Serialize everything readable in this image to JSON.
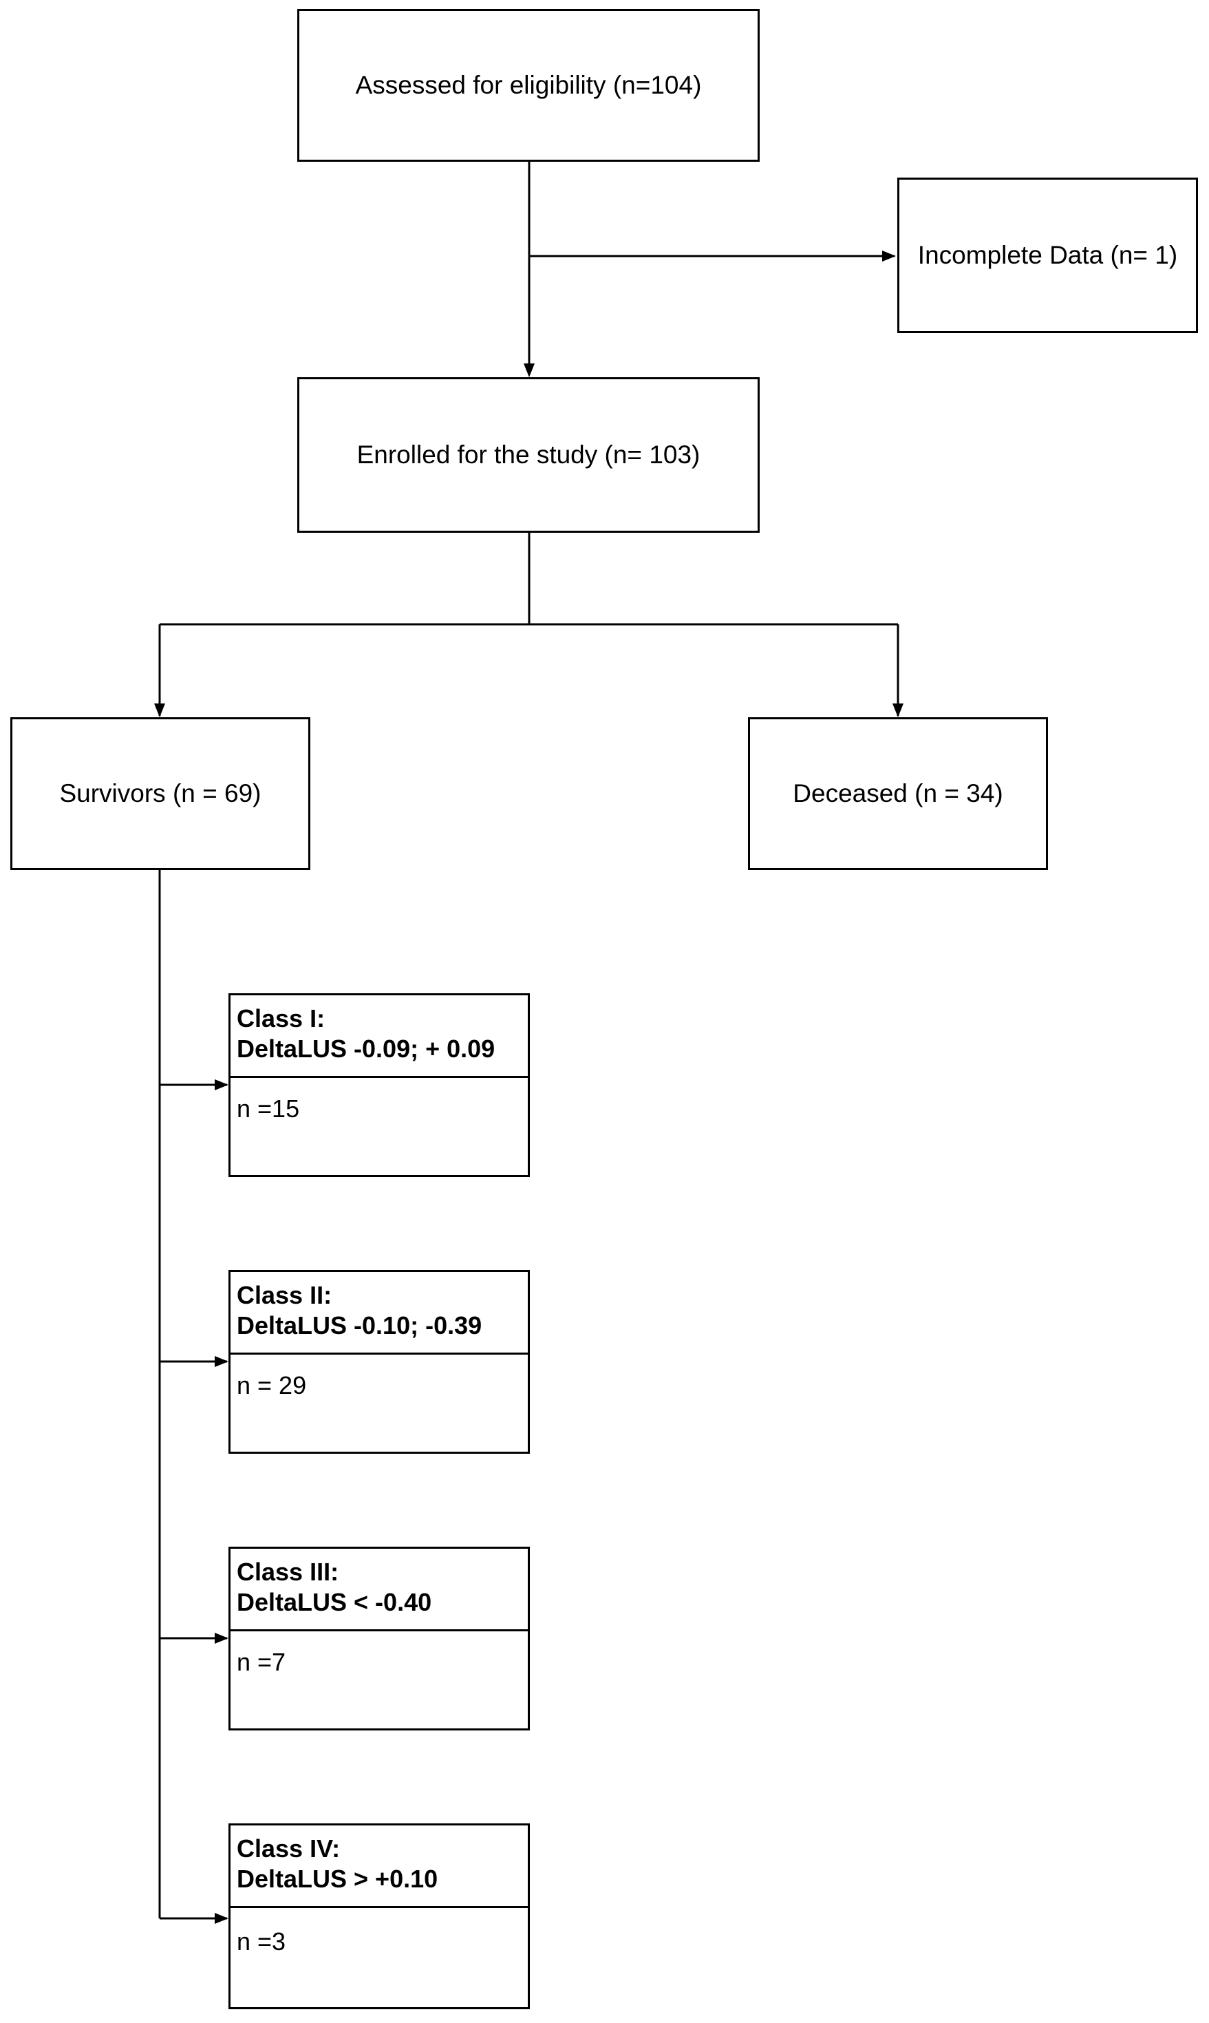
{
  "diagram": {
    "assessed": "Assessed for eligibility (n=104)",
    "incomplete": "Incomplete Data (n= 1)",
    "enrolled": "Enrolled for the study (n= 103)",
    "survivors": "Survivors (n = 69)",
    "deceased": "Deceased (n = 34)",
    "classes": [
      {
        "title": "Class I:",
        "range": "DeltaLUS -0.09; + 0.09",
        "n": "n =15"
      },
      {
        "title": "Class II:",
        "range": "DeltaLUS -0.10; -0.39",
        "n": "n = 29"
      },
      {
        "title": "Class III:",
        "range": "DeltaLUS < -0.40",
        "n": "n =7"
      },
      {
        "title": "Class IV:",
        "range": "DeltaLUS > +0.10",
        "n": "n =3"
      }
    ]
  }
}
